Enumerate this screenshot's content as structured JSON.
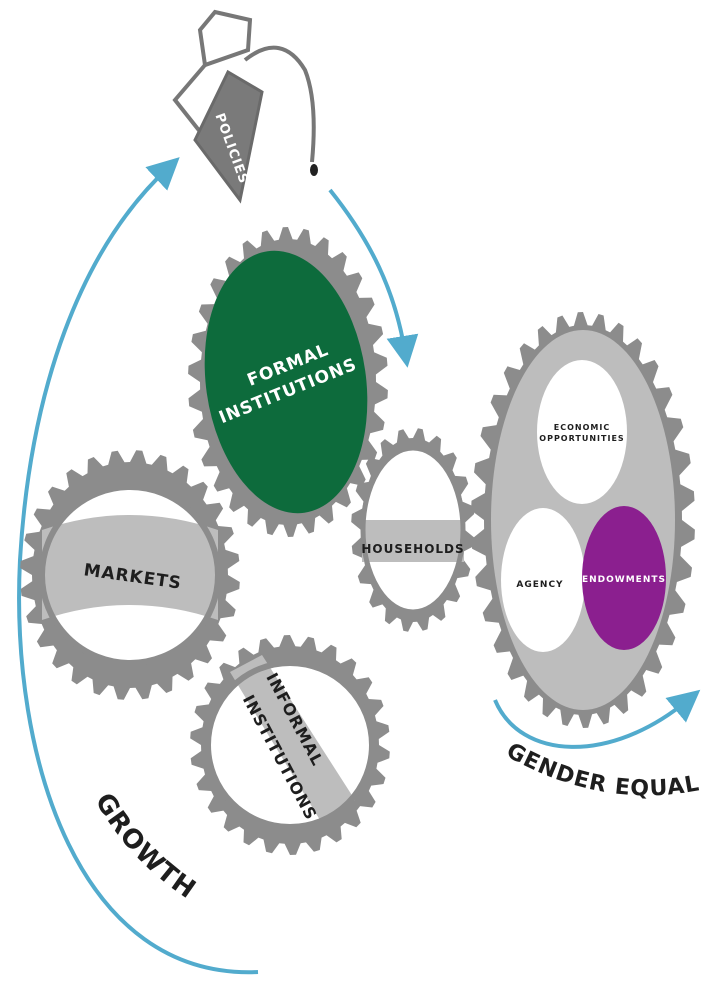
{
  "labels": {
    "policies": "POLICIES",
    "formal_1": "FORMAL",
    "formal_2": "INSTITUTIONS",
    "markets": "MARKETS",
    "informal_1": "INFORMAL",
    "informal_2": "INSTITUTIONS",
    "households": "HOUSEHOLDS",
    "economic_1": "ECONOMIC",
    "economic_2": "OPPORTUNITIES",
    "agency": "AGENCY",
    "endowments": "ENDOWMENTS",
    "growth": "GROWTH",
    "gender_equality": "GENDER EQUALITY"
  },
  "colors": {
    "gear": "#8c8c8c",
    "gear_inner": "#bdbdbd",
    "formal": "#0d6b3c",
    "endowments": "#8b1f8f",
    "arrow": "#52abcd",
    "text": "#1e1e1e",
    "white_text": "#ffffff"
  }
}
